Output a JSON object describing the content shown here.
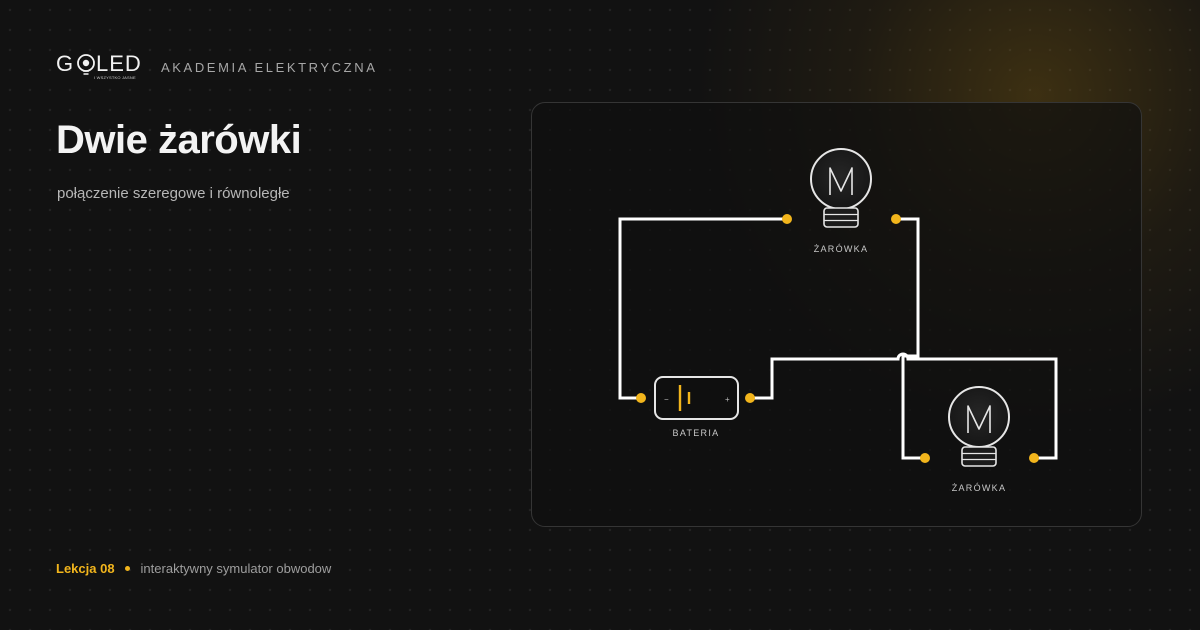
{
  "brand": {
    "logo_text": "GOLED",
    "logo_tagline": "I WSZYSTKO JASNE",
    "academy": "AKADEMIA ELEKTRYCZNA"
  },
  "page": {
    "title": "Dwie żarówki",
    "subtitle": "połączenie szeregowe i równoległe"
  },
  "diagram": {
    "bulb_top_label": "ŻARÓWKA",
    "bulb_bottom_label": "ŻARÓWKA",
    "battery_label": "BATERIA",
    "battery_minus": "−",
    "battery_plus": "+"
  },
  "footer": {
    "lesson": "Lekcja 08",
    "description": "interaktywny symulator obwodow"
  },
  "colors": {
    "accent": "#F2B51C",
    "wire": "#FFFFFF",
    "background": "#121212"
  }
}
